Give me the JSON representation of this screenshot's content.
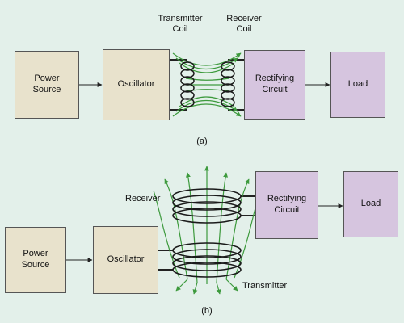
{
  "panel_a": {
    "blocks": {
      "power_source": [
        "Power",
        "Source"
      ],
      "oscillator": "Oscillator",
      "rectifying_circuit": [
        "Rectifying",
        "Circuit"
      ],
      "load": "Load"
    },
    "transmitter_coil_label": [
      "Transmitter",
      "Coil"
    ],
    "receiver_coil_label": [
      "Receiver",
      "Coil"
    ],
    "caption": "(a)"
  },
  "panel_b": {
    "blocks": {
      "power_source": [
        "Power",
        "Source"
      ],
      "oscillator": "Oscillator",
      "rectifying_circuit": [
        "Rectifying",
        "Circuit"
      ],
      "load": "Load"
    },
    "receiver_label": "Receiver",
    "transmitter_label": "Transmitter",
    "caption": "(b)"
  },
  "colors": {
    "background": "#e3f0ea",
    "block_tan": "#e8e2cc",
    "block_lavender": "#d6c5df",
    "field_lines": "#3d9a3d",
    "coil": "#1a1a1a"
  }
}
